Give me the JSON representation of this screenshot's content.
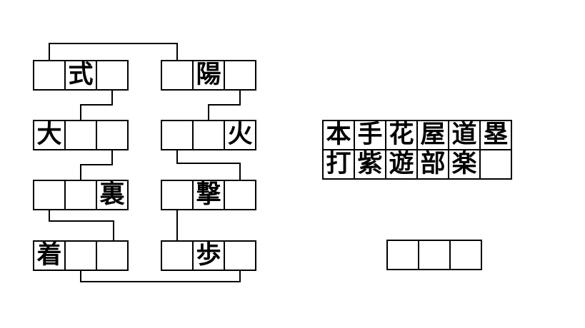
{
  "puzzle": {
    "boxes": [
      {
        "id": "top-left",
        "cells": [
          "",
          "式",
          ""
        ]
      },
      {
        "id": "top-right",
        "cells": [
          "",
          "陽",
          ""
        ]
      },
      {
        "id": "row2-left",
        "cells": [
          "大",
          "",
          ""
        ]
      },
      {
        "id": "row2-right",
        "cells": [
          "",
          "",
          "火"
        ]
      },
      {
        "id": "row3-left",
        "cells": [
          "",
          "",
          "裏"
        ]
      },
      {
        "id": "row3-right",
        "cells": [
          "",
          "撃",
          ""
        ]
      },
      {
        "id": "row4-left",
        "cells": [
          "着",
          "",
          ""
        ]
      },
      {
        "id": "row4-right",
        "cells": [
          "",
          "歩",
          ""
        ]
      }
    ],
    "bank": {
      "rows": [
        [
          "本",
          "手",
          "花",
          "屋",
          "道",
          "塁"
        ],
        [
          "打",
          "紫",
          "遊",
          "部",
          "楽",
          ""
        ]
      ]
    },
    "answer_cells": [
      "",
      "",
      ""
    ]
  },
  "colors": {
    "line": "#000000",
    "background": "#ffffff",
    "text": "#000000"
  }
}
